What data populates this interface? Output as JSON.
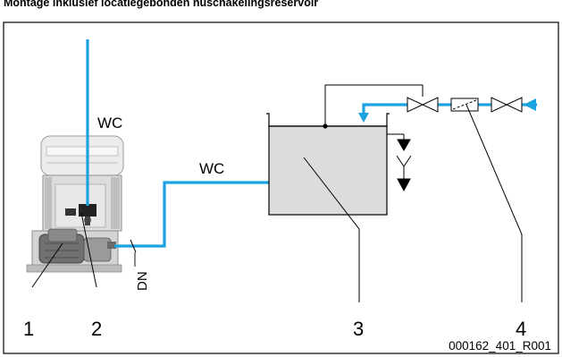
{
  "heading": "Montage inklusief locatiegebonden nuschakelingsreservoir",
  "labels": {
    "wc_vertical": "WC",
    "wc_horizontal": "WC",
    "dn": "DN"
  },
  "callouts": [
    "1",
    "2",
    "3",
    "4"
  ],
  "figure_id": "000162_401_R001",
  "colors": {
    "water": "#1aa3e0",
    "tank_fill": "#dcdcdc",
    "line": "#000000"
  }
}
